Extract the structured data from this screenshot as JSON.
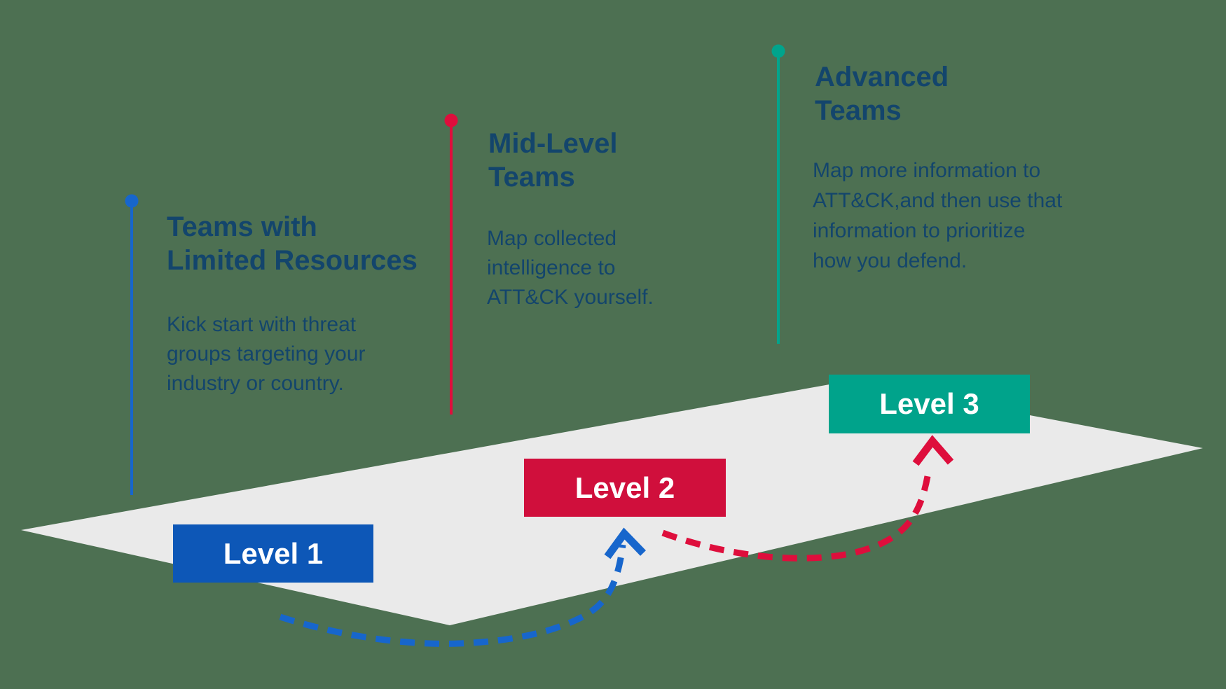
{
  "colors": {
    "background": "#4D7052",
    "plane": "#EAEAEA",
    "text": "#13456C",
    "label_text": "#FFFFFF"
  },
  "columns": [
    {
      "box_label": "Level 1",
      "accent": "#1766CC",
      "box_color": "#0D57B7",
      "heading_lines": [
        "Teams with",
        "Limited Resources"
      ],
      "body_lines": [
        "Kick start with threat",
        "groups targeting your",
        "industry or country."
      ]
    },
    {
      "box_label": "Level 2",
      "accent": "#DE0E3C",
      "box_color": "#D00F3C",
      "heading_lines": [
        "Mid-Level",
        "Teams"
      ],
      "body_lines": [
        "Map collected",
        "intelligence to",
        "ATT&CK yourself."
      ]
    },
    {
      "box_label": "Level 3",
      "accent": "#00A48C",
      "box_color": "#00A38B",
      "heading_lines": [
        "Advanced",
        "Teams"
      ],
      "body_lines": [
        "Map more information to",
        "ATT&CK,and then use that",
        "information to prioritize",
        "how you defend."
      ]
    }
  ]
}
